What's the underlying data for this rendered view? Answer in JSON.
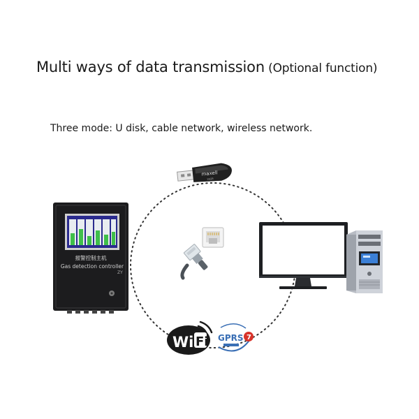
{
  "title": {
    "main": "Multi ways of data transmission",
    "optional": " (Optional function)"
  },
  "subtitle": "Three mode: U disk, cable network, wireless network.",
  "controller": {
    "label_cn": "报警控制主机",
    "label_en": "Gas detection controller"
  },
  "usb": {
    "brand": "maxell"
  },
  "wireless": {
    "wifi_label": "WiFi",
    "gprs_label": "GPRS"
  },
  "colors": {
    "device_body": "#1c1c1e",
    "screen_bg": "#2a2a8e",
    "wifi_badge": "#1a1a1a",
    "gprs_blue": "#3a6fb5",
    "gprs_red": "#d8332a",
    "computer_gray": "#b8bcc4"
  }
}
